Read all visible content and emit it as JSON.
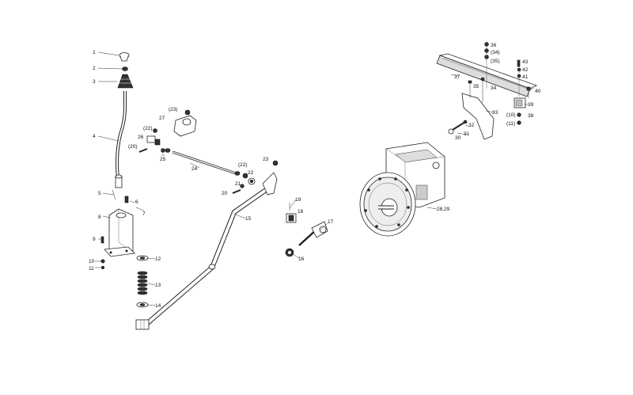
{
  "labels": {
    "l1": "1",
    "l2": "2",
    "l3": "3",
    "l4": "4",
    "l5": "5",
    "l6": "6",
    "l7": "7",
    "l8": "8",
    "l9": "9",
    "l10": "10",
    "l11": "11",
    "l12": "12",
    "l13": "13",
    "l14": "14",
    "l15": "15",
    "l16": "16",
    "l17": "17",
    "l18": "18",
    "l19": "19",
    "l20a": "(20)",
    "l20b": "20",
    "l21": "21",
    "l22a": "(22)",
    "l22b": "(22)",
    "l22c": "22",
    "l23a": "(23)",
    "l23b": "23",
    "l24": "24",
    "l25": "25",
    "l26": "26",
    "l27": "27",
    "l28": "28,29",
    "l30": "30",
    "l31": "31",
    "l32": "32",
    "l33": "33",
    "l34": "34",
    "l35": "35",
    "l36": "36",
    "l34b": "(34)",
    "l35b": "(35)",
    "l37": "37",
    "l38": "38",
    "l39": "39",
    "l40": "40",
    "l41": "41",
    "l42": "42",
    "l43": "43",
    "l10b": "(10)",
    "l11b": "(11)"
  }
}
